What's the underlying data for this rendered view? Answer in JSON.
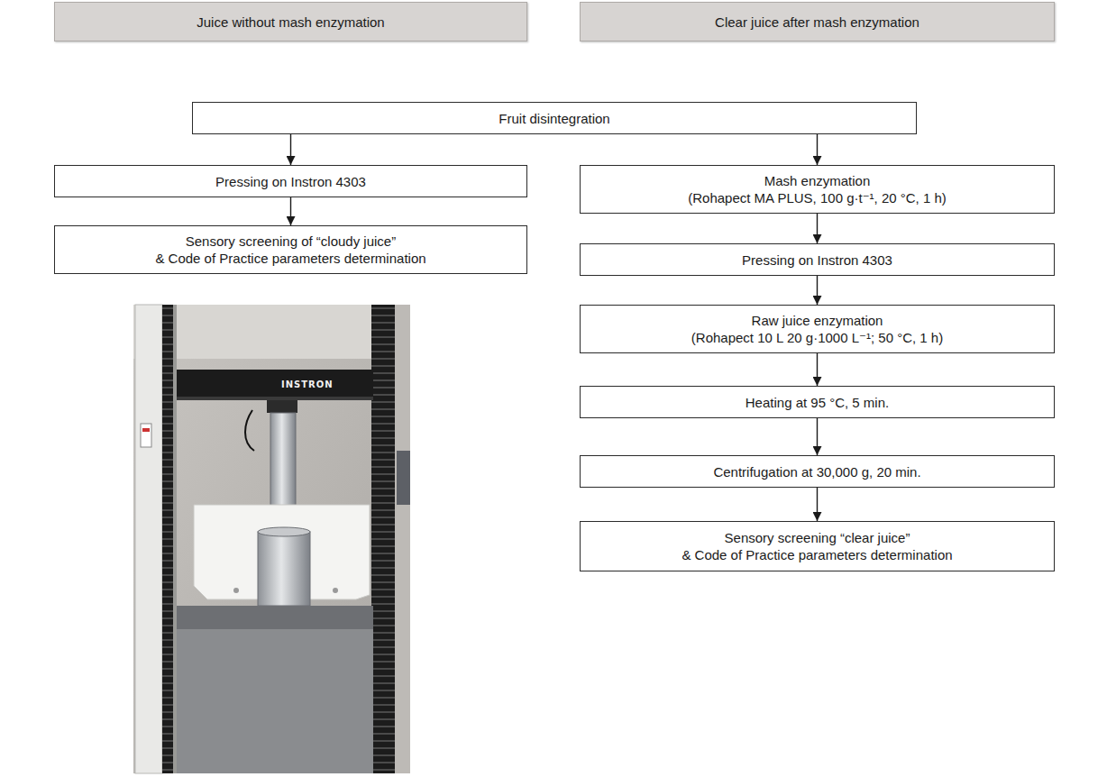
{
  "diagram": {
    "nodes": [
      {
        "text": [
          "Juice without mash enzymation"
        ]
      },
      {
        "text": [
          "Clear juice after mash enzymation"
        ]
      },
      {
        "text": [
          "Fruit disintegration"
        ]
      },
      {
        "text": [
          "Pressing on Instron 4303"
        ]
      },
      {
        "text": [
          "Sensory screening of “cloudy juice”",
          "& Code of Practice parameters determination"
        ]
      },
      {
        "text": [
          "Mash enzymation",
          "(Rohapect MA PLUS, 100 g·t⁻¹, 20 °C, 1 h)"
        ]
      },
      {
        "text": [
          "Pressing on Instron 4303"
        ]
      },
      {
        "text": [
          "Raw juice enzymation",
          "(Rohapect 10 L 20 g·1000 L⁻¹; 50 °C, 1 h)"
        ]
      },
      {
        "text": [
          "Heating at 95 °C, 5 min."
        ]
      },
      {
        "text": [
          "Centrifugation at 30,000 g, 20 min."
        ]
      },
      {
        "text": [
          "Sensory screening “clear juice”",
          "& Code of Practice parameters determination"
        ]
      }
    ],
    "edges": [
      {
        "from": 2,
        "to": 3,
        "arrow": "to"
      },
      {
        "from": 2,
        "to": 5,
        "arrow": "to"
      },
      {
        "from": 3,
        "to": 4,
        "arrow": "to"
      },
      {
        "from": 5,
        "to": 6,
        "arrow": "to"
      },
      {
        "from": 6,
        "to": 7,
        "arrow": "to"
      },
      {
        "from": 7,
        "to": 8,
        "arrow": "to"
      },
      {
        "from": 8,
        "to": 9,
        "arrow": "to"
      },
      {
        "from": 9,
        "to": 10,
        "arrow": "to"
      }
    ],
    "labels": [
      "INSTRON"
    ]
  }
}
